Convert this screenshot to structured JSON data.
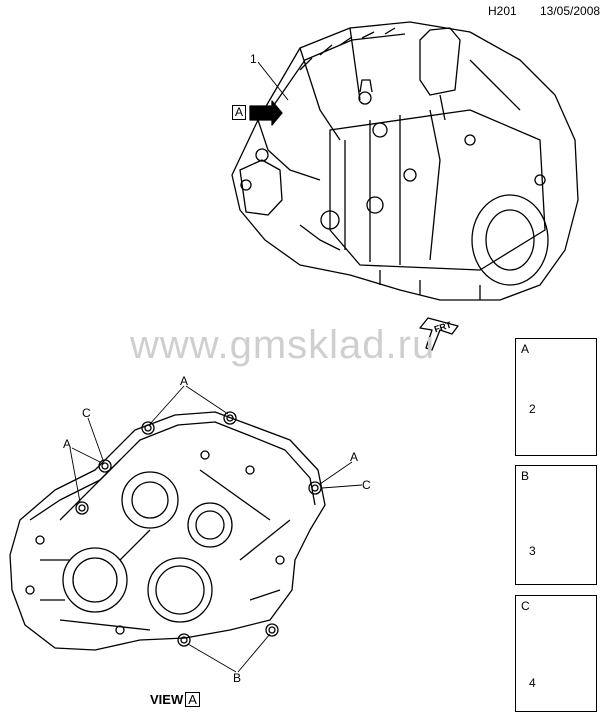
{
  "header": {
    "code": "H201",
    "date": "13/05/2008"
  },
  "watermark": "www.gmsklad.ru",
  "callouts": {
    "main_part": "1",
    "view_arrow": "A",
    "frt": "FRT",
    "housing_a1": "A",
    "housing_a2": "A",
    "housing_a3": "A",
    "housing_c1": "C",
    "housing_c2": "C",
    "housing_b": "B"
  },
  "panels": [
    {
      "letter": "A",
      "part_number": "2",
      "icon": "bolt-icon"
    },
    {
      "letter": "B",
      "part_number": "3",
      "icon": "bolt-icon"
    },
    {
      "letter": "C",
      "part_number": "4",
      "icon": "sleeve-icon"
    }
  ],
  "view_label": {
    "text": "VIEW",
    "box": "A"
  }
}
